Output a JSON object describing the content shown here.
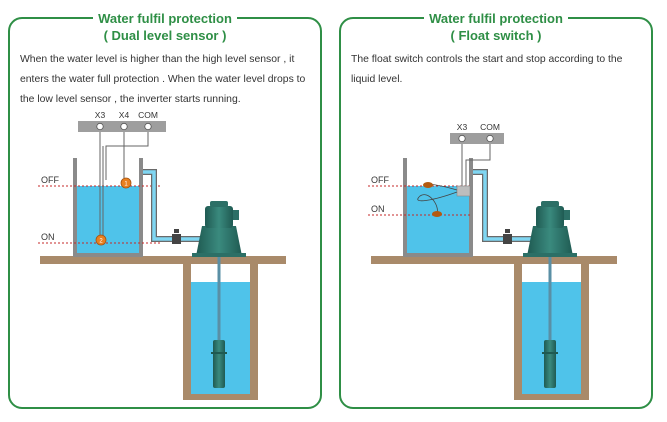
{
  "left_panel": {
    "title_line1": "Water fulfil protection",
    "title_line2": "( Dual level sensor )",
    "description": "When the water level is higher than the high level sensor , it enters the water full protection . When the water level drops to the low level sensor , the inverter starts running.",
    "terminals": [
      "X3",
      "X4",
      "COM"
    ],
    "level_off": "OFF",
    "level_on": "ON",
    "sensor_high": "1",
    "sensor_low": "2"
  },
  "right_panel": {
    "title_line1": "Water fulfil protection",
    "title_line2": "( Float switch )",
    "description": "The float switch controls the start and stop according to the liquid level.",
    "terminals": [
      "X3",
      "COM"
    ],
    "level_off": "OFF",
    "level_on": "ON"
  },
  "colors": {
    "accent_green": "#2f8f46",
    "water": "#4fc3ea",
    "pump": "#2c6f66",
    "ground": "#a98a6a",
    "sensor": "#e8801f",
    "level_line": "#c62828"
  }
}
